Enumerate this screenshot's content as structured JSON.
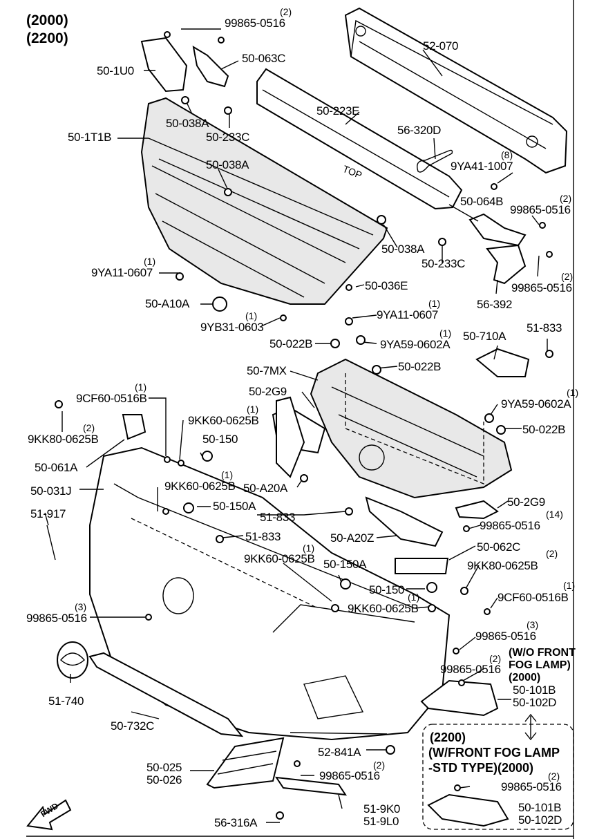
{
  "header": {
    "model_a": "(2000)",
    "model_b": "(2200)"
  },
  "notes": {
    "wo_fog": [
      "(W/O FRONT",
      "FOG LAMP)",
      "(2000)"
    ],
    "with_fog": [
      "(2200)",
      "(W/FRONT FOG LAMP",
      "-STD TYPE)(2000)"
    ],
    "fwd": "FWD"
  },
  "labels": [
    {
      "id": "l1",
      "text": "99865-0516",
      "qty": "(2)"
    },
    {
      "id": "l2",
      "text": "50-1U0"
    },
    {
      "id": "l3",
      "text": "50-063C"
    },
    {
      "id": "l4",
      "text": "52-070"
    },
    {
      "id": "l5",
      "text": "50-038A"
    },
    {
      "id": "l6",
      "text": "50-1T1B"
    },
    {
      "id": "l7",
      "text": "50-233C"
    },
    {
      "id": "l8",
      "text": "50-223E"
    },
    {
      "id": "l9",
      "text": "56-320D"
    },
    {
      "id": "l10",
      "text": "50-038A"
    },
    {
      "id": "l11",
      "text": "9YA41-1007",
      "qty": "(8)"
    },
    {
      "id": "l12",
      "text": "50-064B"
    },
    {
      "id": "l13",
      "text": "99865-0516",
      "qty": "(2)"
    },
    {
      "id": "l14",
      "text": "50-038A"
    },
    {
      "id": "l15",
      "text": "50-233C"
    },
    {
      "id": "l16",
      "text": "9YA11-0607",
      "qty": "(1)"
    },
    {
      "id": "l17",
      "text": "99865-0516",
      "qty": "(2)"
    },
    {
      "id": "l18",
      "text": "50-036E"
    },
    {
      "id": "l19",
      "text": "56-392"
    },
    {
      "id": "l20",
      "text": "50-A10A"
    },
    {
      "id": "l21",
      "text": "9YB31-0603",
      "qty": "(1)"
    },
    {
      "id": "l22",
      "text": "9YA11-0607",
      "qty": "(1)"
    },
    {
      "id": "l23",
      "text": "50-022B"
    },
    {
      "id": "l24",
      "text": "9YA59-0602A",
      "qty": "(1)"
    },
    {
      "id": "l25",
      "text": "50-710A"
    },
    {
      "id": "l26",
      "text": "51-833"
    },
    {
      "id": "l27",
      "text": "50-7MX"
    },
    {
      "id": "l28",
      "text": "50-022B"
    },
    {
      "id": "l29",
      "text": "50-2G9"
    },
    {
      "id": "l30",
      "text": "9CF60-0516B",
      "qty": "(1)"
    },
    {
      "id": "l31",
      "text": "9YA59-0602A",
      "qty": "(1)"
    },
    {
      "id": "l32",
      "text": "9KK60-0625B",
      "qty": "(1)"
    },
    {
      "id": "l33",
      "text": "9KK80-0625B",
      "qty": "(2)"
    },
    {
      "id": "l34",
      "text": "50-022B"
    },
    {
      "id": "l35",
      "text": "50-150"
    },
    {
      "id": "l36",
      "text": "50-061A"
    },
    {
      "id": "l37",
      "text": "50-031J"
    },
    {
      "id": "l38",
      "text": "9KK60-0625B",
      "qty": "(1)"
    },
    {
      "id": "l39",
      "text": "50-A20A"
    },
    {
      "id": "l40",
      "text": "50-150A"
    },
    {
      "id": "l41",
      "text": "51-917"
    },
    {
      "id": "l42",
      "text": "51-833"
    },
    {
      "id": "l43",
      "text": "50-2G9"
    },
    {
      "id": "l44",
      "text": "99865-0516",
      "qty": "(14)"
    },
    {
      "id": "l45",
      "text": "51-833"
    },
    {
      "id": "l46",
      "text": "50-A20Z"
    },
    {
      "id": "l47",
      "text": "50-062C"
    },
    {
      "id": "l48",
      "text": "9KK60-0625B",
      "qty": "(1)"
    },
    {
      "id": "l49",
      "text": "9KK80-0625B",
      "qty": "(2)"
    },
    {
      "id": "l50",
      "text": "50-150A"
    },
    {
      "id": "l51",
      "text": "50-150"
    },
    {
      "id": "l52",
      "text": "9CF60-0516B",
      "qty": "(1)"
    },
    {
      "id": "l53",
      "text": "9KK60-0625B",
      "qty": "(1)"
    },
    {
      "id": "l54",
      "text": "99865-0516",
      "qty": "(3)"
    },
    {
      "id": "l55",
      "text": "99865-0516",
      "qty": "(3)"
    },
    {
      "id": "l56",
      "text": "99865-0516",
      "qty": "(2)"
    },
    {
      "id": "l57",
      "text": "50-101B"
    },
    {
      "id": "l58",
      "text": "50-102D"
    },
    {
      "id": "l59",
      "text": "51-740"
    },
    {
      "id": "l60",
      "text": "50-732C"
    },
    {
      "id": "l61",
      "text": "52-841A"
    },
    {
      "id": "l62",
      "text": "50-025"
    },
    {
      "id": "l63",
      "text": "50-026"
    },
    {
      "id": "l64",
      "text": "99865-0516",
      "qty": "(2)"
    },
    {
      "id": "l65",
      "text": "99865-0516",
      "qty": "(2)"
    },
    {
      "id": "l66",
      "text": "51-9K0"
    },
    {
      "id": "l67",
      "text": "51-9L0"
    },
    {
      "id": "l68",
      "text": "50-101B"
    },
    {
      "id": "l69",
      "text": "50-102D"
    },
    {
      "id": "l70",
      "text": "56-316A"
    }
  ]
}
